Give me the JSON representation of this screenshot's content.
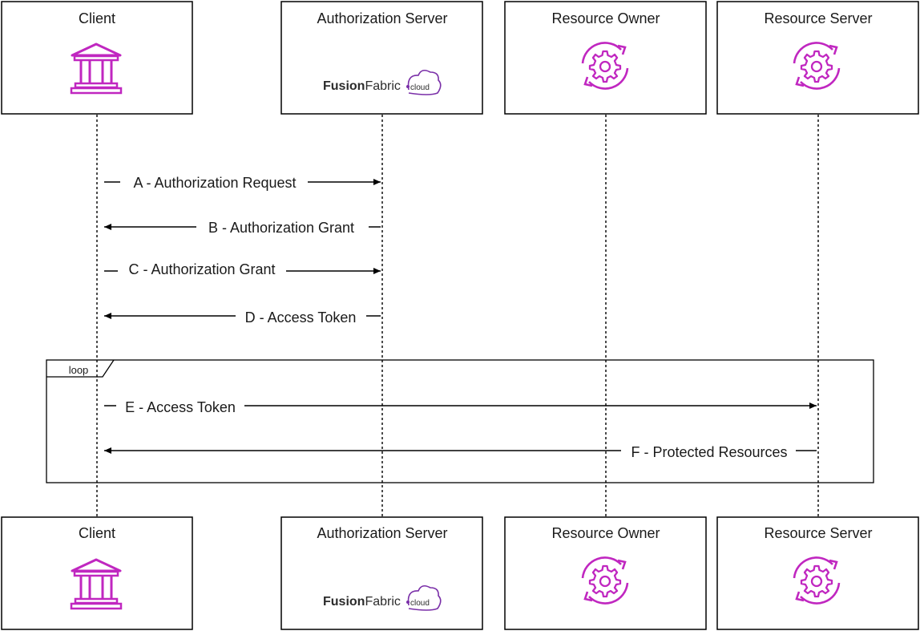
{
  "participants": [
    {
      "name": "Client",
      "icon": "bank-icon"
    },
    {
      "name": "Authorization Server",
      "icon": "fusionfabric-cloud-logo"
    },
    {
      "name": "Resource Owner",
      "icon": "gear-sync-icon"
    },
    {
      "name": "Resource Server",
      "icon": "gear-sync-icon"
    }
  ],
  "logo": {
    "part1": "Fusion",
    "part2": "Fabric",
    "part3": "cloud"
  },
  "messages": [
    {
      "label": "A - Authorization Request",
      "from": 0,
      "to": 1
    },
    {
      "label": "B - Authorization Grant",
      "from": 1,
      "to": 0
    },
    {
      "label": "C - Authorization Grant",
      "from": 0,
      "to": 1
    },
    {
      "label": "D - Access Token",
      "from": 1,
      "to": 0
    },
    {
      "label": "E - Access Token",
      "from": 0,
      "to": 3
    },
    {
      "label": "F - Protected Resources",
      "from": 3,
      "to": 0
    }
  ],
  "loop": {
    "label": "loop"
  },
  "colors": {
    "icon": "#c027c0",
    "line": "#000000",
    "text": "#1a1a1a"
  }
}
